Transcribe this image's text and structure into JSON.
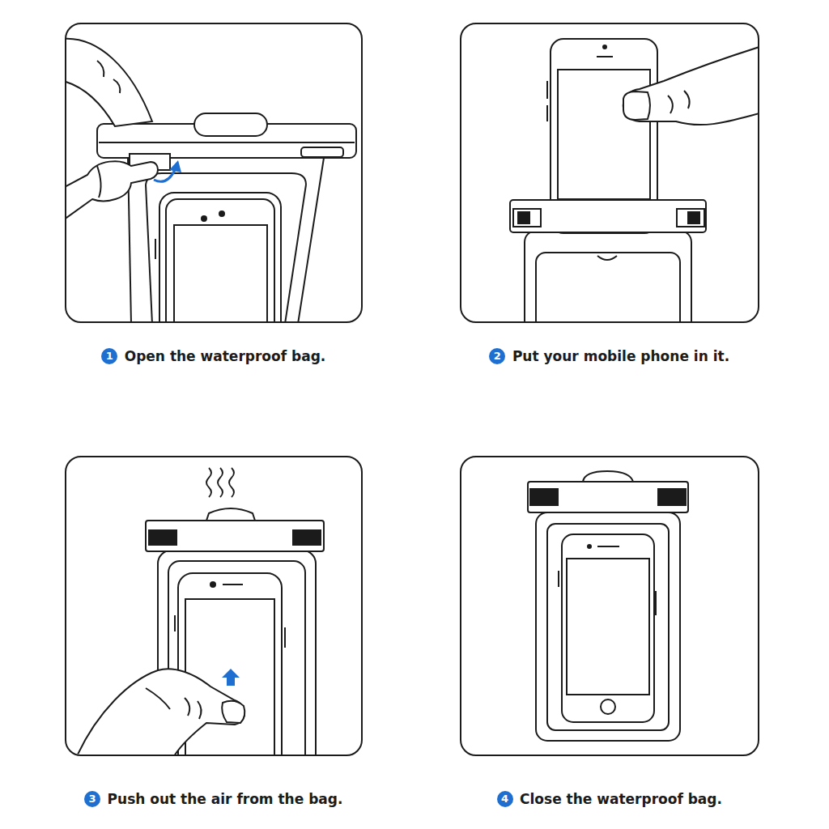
{
  "diagram": {
    "nodes": [
      {
        "text": [
          "Open the waterproof bag."
        ]
      },
      {
        "text": [
          "1"
        ]
      },
      {
        "text": [
          "Put your mobile phone in it."
        ]
      },
      {
        "text": [
          "2"
        ]
      },
      {
        "text": [
          "Push out the air from the bag."
        ]
      },
      {
        "text": [
          "3"
        ]
      },
      {
        "text": [
          "Close the waterproof bag."
        ]
      },
      {
        "text": [
          "4"
        ]
      }
    ]
  }
}
